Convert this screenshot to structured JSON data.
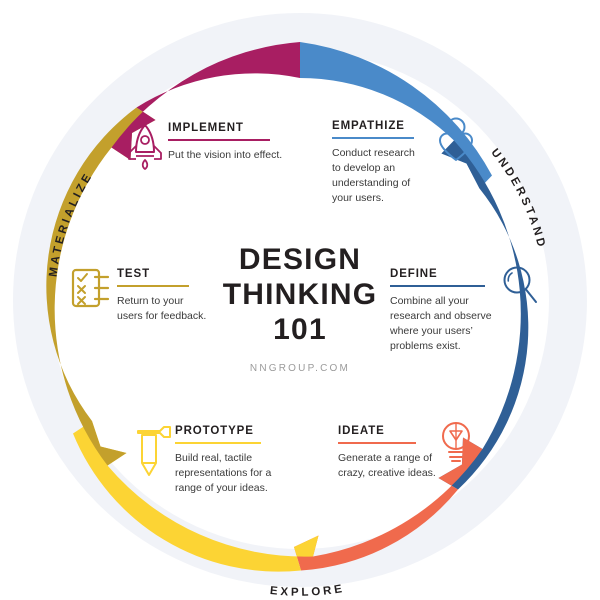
{
  "center": {
    "title_line1": "DESIGN",
    "title_line2": "THINKING",
    "title_line3": "101",
    "source": "NNGROUP.COM"
  },
  "colors": {
    "empathize": "#4a8ac9",
    "define": "#3a6fa5",
    "ideate": "#f06a4d",
    "prototype": "#fcd434",
    "test": "#c3a02c",
    "implement": "#a81e62",
    "track": "#f1f3f8",
    "text_dark": "#231f20",
    "text_body": "#3a3a3a",
    "source_grey": "#9b9b9b"
  },
  "phases": [
    {
      "id": "understand",
      "label": "UNDERSTAND",
      "color": "#4a8ac9"
    },
    {
      "id": "explore",
      "label": "EXPLORE",
      "color": "#f06a4d"
    },
    {
      "id": "materialize",
      "label": "MATERIALIZE",
      "color": "#a81e62"
    }
  ],
  "steps": [
    {
      "id": "empathize",
      "title": "EMPATHIZE",
      "description": "Conduct research to develop an understanding of your users.",
      "icon": "person-heart-icon",
      "color": "#4a8ac9"
    },
    {
      "id": "define",
      "title": "DEFINE",
      "description": "Combine all your research and observe where your users’ problems exist.",
      "icon": "magnifier-icon",
      "color": "#2f5f96"
    },
    {
      "id": "ideate",
      "title": "IDEATE",
      "description": "Generate a range of crazy, creative ideas.",
      "icon": "lightbulb-icon",
      "color": "#f06a4d"
    },
    {
      "id": "prototype",
      "title": "PROTOTYPE",
      "description": "Build real, tactile representations for a range of your ideas.",
      "icon": "hammer-pencil-icon",
      "color": "#fcd434"
    },
    {
      "id": "test",
      "title": "TEST",
      "description": "Return to your users for feedback.",
      "icon": "checklist-icon",
      "color": "#c3a02c"
    },
    {
      "id": "implement",
      "title": "IMPLEMENT",
      "description": "Put the vision into effect.",
      "icon": "rocket-icon",
      "color": "#a81e62"
    }
  ]
}
